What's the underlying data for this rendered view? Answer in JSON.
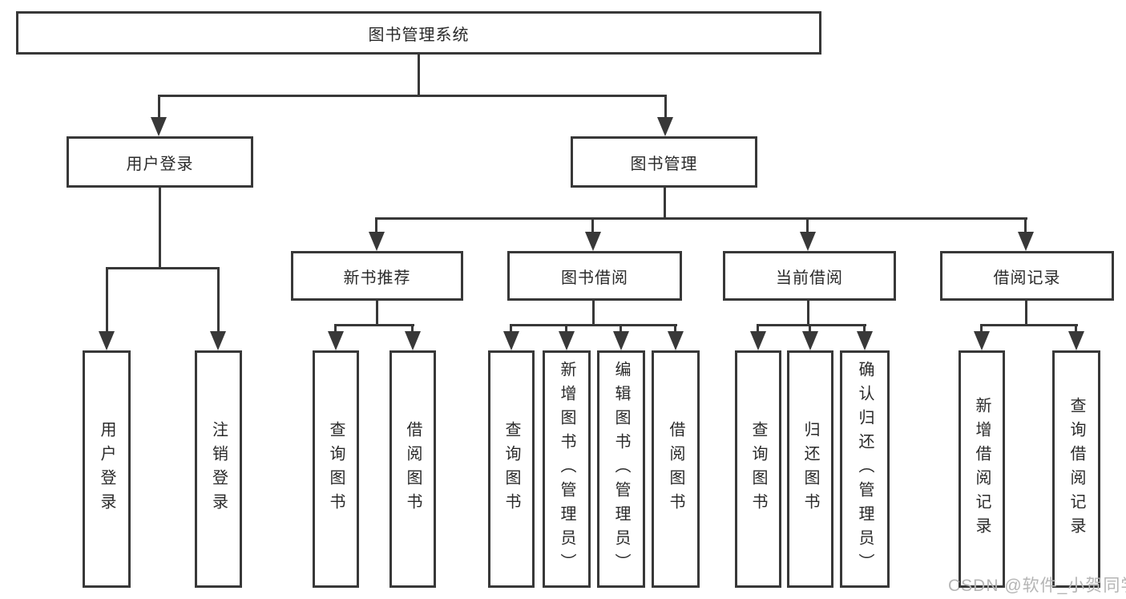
{
  "colors": {
    "line": "#383838",
    "text": "#2a2a2a",
    "box_background": "#ffffff",
    "page_background": "#ffffff",
    "watermark": "#b5b5b5"
  },
  "root": {
    "label": "图书管理系统"
  },
  "level2": [
    {
      "label": "用户登录",
      "parent": "图书管理系统"
    },
    {
      "label": "图书管理",
      "parent": "图书管理系统"
    }
  ],
  "level3": [
    {
      "label": "新书推荐",
      "parent": "图书管理"
    },
    {
      "label": "图书借阅",
      "parent": "图书管理"
    },
    {
      "label": "当前借阅",
      "parent": "图书管理"
    },
    {
      "label": "借阅记录",
      "parent": "图书管理"
    }
  ],
  "leaves": [
    {
      "label": "用户登录",
      "parent": "用户登录"
    },
    {
      "label": "注销登录",
      "parent": "用户登录"
    },
    {
      "label": "查询图书",
      "parent": "新书推荐"
    },
    {
      "label": "借阅图书",
      "parent": "新书推荐"
    },
    {
      "label": "查询图书",
      "parent": "图书借阅"
    },
    {
      "label": "新增图书（管理员）",
      "parent": "图书借阅"
    },
    {
      "label": "编辑图书（管理员）",
      "parent": "图书借阅"
    },
    {
      "label": "借阅图书",
      "parent": "图书借阅"
    },
    {
      "label": "查询图书",
      "parent": "当前借阅"
    },
    {
      "label": "归还图书",
      "parent": "当前借阅"
    },
    {
      "label": "确认归还（管理员）",
      "parent": "当前借阅"
    },
    {
      "label": "新增借阅记录",
      "parent": "借阅记录"
    },
    {
      "label": "查询借阅记录",
      "parent": "借阅记录"
    }
  ],
  "watermark": "CSDN @软件_小贺同学"
}
